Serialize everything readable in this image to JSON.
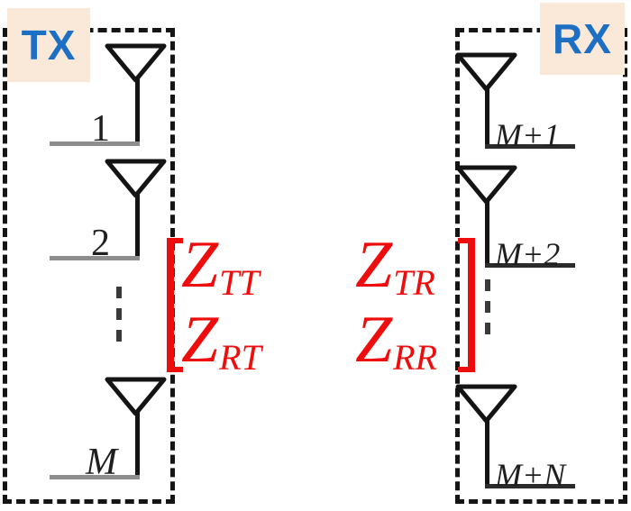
{
  "diagram": {
    "tx": {
      "label": "TX",
      "antenna_labels": [
        "1",
        "2",
        "M"
      ]
    },
    "rx": {
      "label": "RX",
      "antenna_labels": [
        "M+1",
        "M+2",
        "M+N"
      ]
    },
    "matrix": {
      "cells": [
        {
          "base": "Z",
          "sub": "TT"
        },
        {
          "base": "Z",
          "sub": "TR"
        },
        {
          "base": "Z",
          "sub": "RT"
        },
        {
          "base": "Z",
          "sub": "RR"
        }
      ]
    },
    "colors": {
      "matrix_red": "#ee0d0d",
      "label_blue": "#1d6fc4",
      "label_background": "#fae8d8",
      "line_black": "#151515",
      "feed_gray": "#8d8d8d"
    }
  }
}
